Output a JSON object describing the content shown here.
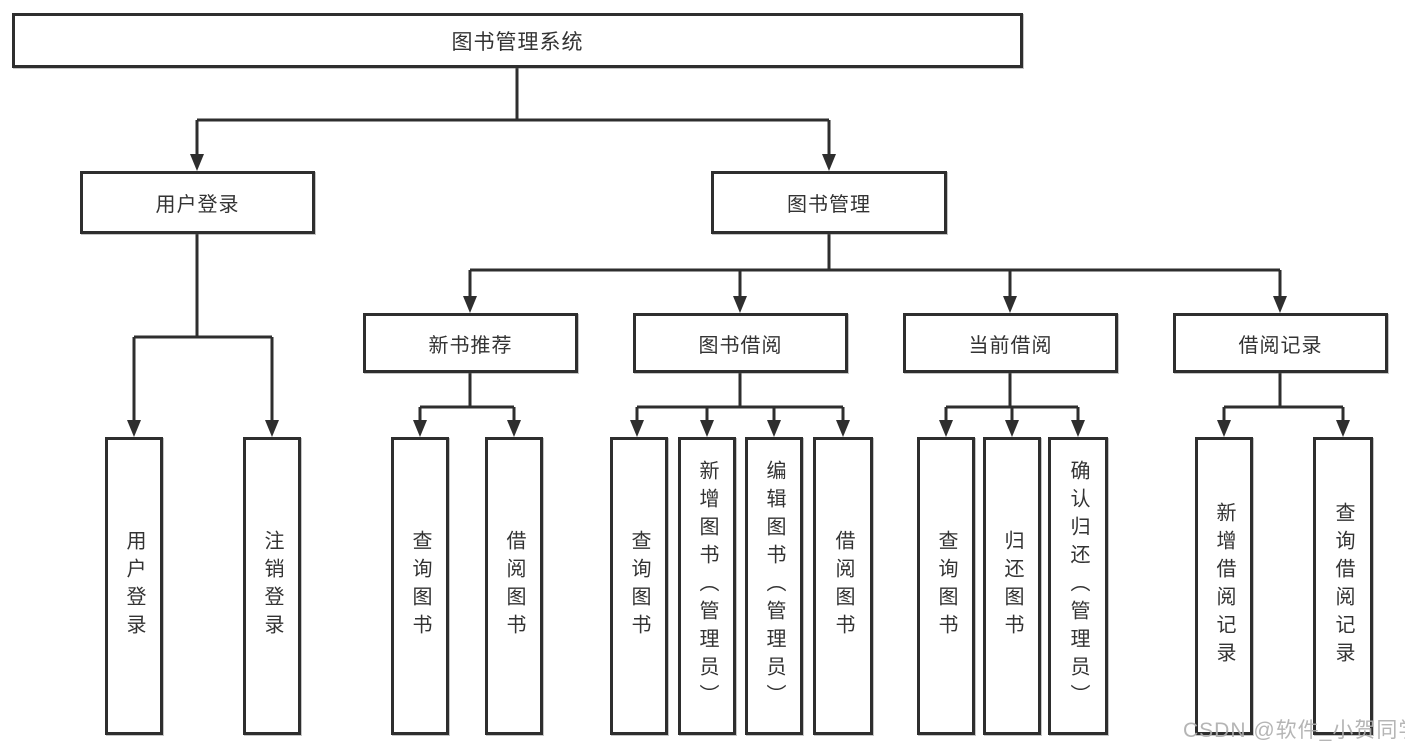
{
  "nodes": {
    "root": "图书管理系统",
    "user_login": "用户登录",
    "book_mgmt": "图书管理",
    "new_book_rec": "新书推荐",
    "book_borrow": "图书借阅",
    "current_borrow": "当前借阅",
    "borrow_record": "借阅记录",
    "login": "用户登录",
    "logout": "注销登录",
    "nb_query": "查询图书",
    "nb_borrow": "借阅图书",
    "bb_query": "查询图书",
    "bb_add": "新增图书（管理员）",
    "bb_edit": "编辑图书（管理员）",
    "bb_borrow": "借阅图书",
    "cb_query": "查询图书",
    "cb_return": "归还图书",
    "cb_confirm": "确认归还（管理员）",
    "br_add": "新增借阅记录",
    "br_query": "查询借阅记录"
  },
  "watermark": "CSDN @软件_小贺同学",
  "colors": {
    "line": "#2e2e2e",
    "text": "#333333",
    "watermark": "#afafaf",
    "background": "#ffffff"
  }
}
